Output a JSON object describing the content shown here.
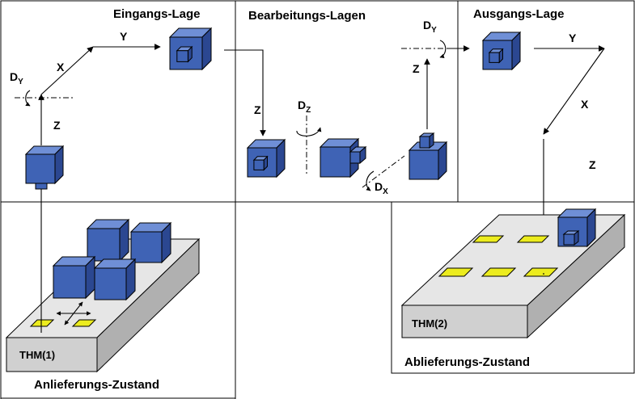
{
  "sections": {
    "input_title": "Eingangs-Lage",
    "process_title": "Bearbeitungs-Lagen",
    "output_title": "Ausgangs-Lage",
    "delivery_label": "Anlieferungs-Zustand",
    "output_state_label": "Ablieferungs-Zustand"
  },
  "trays": {
    "left_label": "THM(1)",
    "right_label": "THM(2)"
  },
  "axes": {
    "x": "X",
    "y": "Y",
    "z": "Z",
    "d": "D",
    "sub_y": "Y",
    "sub_z": "Z",
    "sub_x": "X"
  },
  "colors": {
    "cube_front": "#3f63b5",
    "cube_top": "#6f8fd6",
    "cube_side": "#2b4791",
    "tray_top": "#e6e6e6",
    "tray_front": "#d0d0d0",
    "tray_side": "#b0b0b0",
    "pocket": "#ecec1e"
  }
}
